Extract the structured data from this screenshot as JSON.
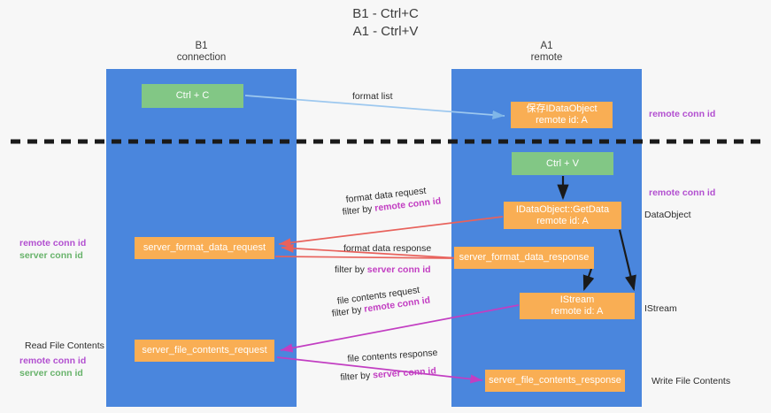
{
  "title": "B1 - Ctrl+C\nA1 - Ctrl+V",
  "lanes": [
    {
      "name": "b1",
      "heading": "B1\nconnection",
      "color": "#4a86dd"
    },
    {
      "name": "a1",
      "heading": "A1\nremote",
      "color": "#4a86dd"
    }
  ],
  "colors": {
    "lane_blue": "#4a86dd",
    "node_green": "#82c785",
    "node_orange": "#f9ae54",
    "background": "#f7f7f7",
    "remote_conn_id": "#b24fd0",
    "server_conn_id": "#68b36b",
    "arrow_blue": "#9dc8ef",
    "arrow_red": "#e8625c",
    "arrow_magenta": "#c23ec2",
    "arrow_black": "#1a1a1a"
  },
  "nodes": {
    "ctrl_c": "Ctrl + C",
    "save_idataobject": "保存IDataObject\nremote id: A",
    "ctrl_v": "Ctrl + V",
    "idataobject_getdata": "IDataObject::GetData\nremote id: A",
    "server_format_data_request": "server_format_data_request",
    "server_format_data_response": "server_format_data_response",
    "istream": "IStream\nremote id: A",
    "server_file_contents_request": "server_file_contents_request",
    "server_file_contents_response": "server_file_contents_response"
  },
  "annotations": {
    "format_list": "format list",
    "format_data_request": "format data request",
    "filter_by_prefix": "filter by ",
    "remote_conn_id": "remote conn id",
    "server_conn_id": "server conn id",
    "format_data_response": "format data response",
    "file_contents_request": "file contents request",
    "file_contents_response": "file contents response",
    "data_object": "DataObject",
    "istream_label": "IStream",
    "write_file_contents": "Write File Contents",
    "read_file_contents": "Read File Contents"
  }
}
